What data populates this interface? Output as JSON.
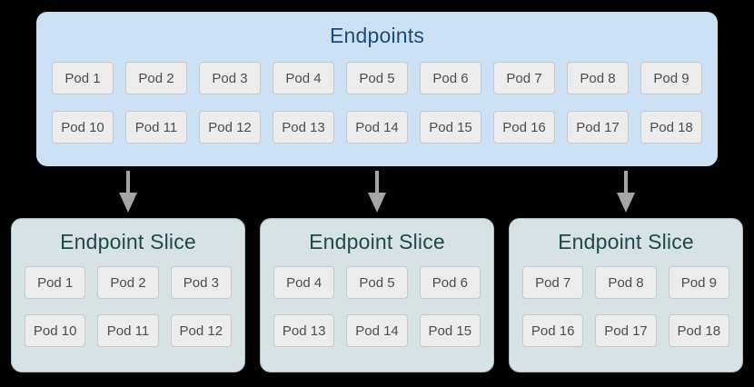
{
  "diagram": {
    "endpoints": {
      "title": "Endpoints",
      "pods": [
        "Pod 1",
        "Pod 2",
        "Pod 3",
        "Pod 4",
        "Pod 5",
        "Pod 6",
        "Pod 7",
        "Pod 8",
        "Pod 9",
        "Pod 10",
        "Pod 11",
        "Pod 12",
        "Pod 13",
        "Pod 14",
        "Pod 15",
        "Pod 16",
        "Pod 17",
        "Pod 18"
      ]
    },
    "slices": [
      {
        "title": "Endpoint Slice",
        "pods": [
          "Pod 1",
          "Pod 2",
          "Pod 3",
          "Pod 10",
          "Pod 11",
          "Pod 12"
        ]
      },
      {
        "title": "Endpoint Slice",
        "pods": [
          "Pod 4",
          "Pod 5",
          "Pod 6",
          "Pod 13",
          "Pod 14",
          "Pod 15"
        ]
      },
      {
        "title": "Endpoint Slice",
        "pods": [
          "Pod 7",
          "Pod 8",
          "Pod 9",
          "Pod 16",
          "Pod 17",
          "Pod 18"
        ]
      }
    ],
    "arrows": 3
  },
  "colors": {
    "background": "#000000",
    "endpoints_fill": "#cde1f5",
    "endpoints_title": "#1b4b7d",
    "slice_fill": "#d6e2e4",
    "slice_border": "#a9bfc3",
    "slice_title": "#20494f",
    "pod_fill": "#ececec",
    "pod_border": "#c7c9cb",
    "pod_text": "#4a4e52",
    "arrow": "#a3a5a7"
  }
}
